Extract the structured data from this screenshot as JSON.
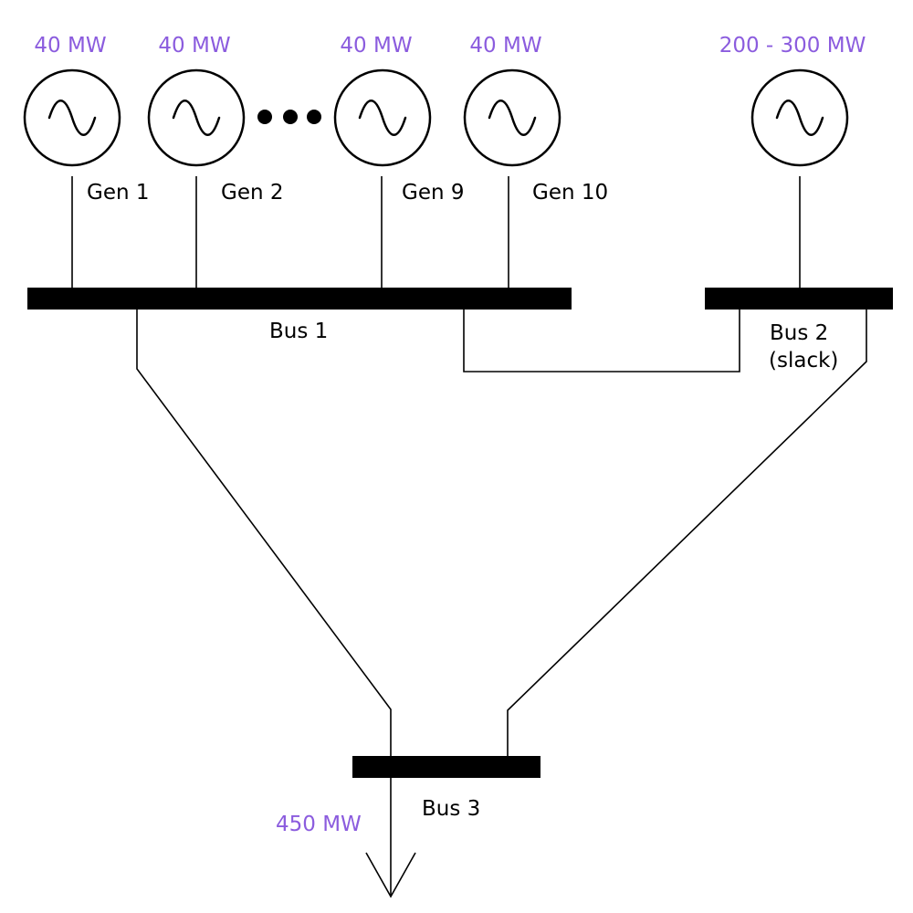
{
  "colors": {
    "rating": "#8B5CDE",
    "line": "#000000"
  },
  "icons": {
    "generator": "ac-generator-icon",
    "ellipsis": "ellipsis-dots-icon",
    "load": "load-arrow-icon"
  },
  "generators": [
    {
      "label": "Gen 1",
      "rating": "40 MW"
    },
    {
      "label": "Gen 2",
      "rating": "40 MW"
    },
    {
      "label": "Gen 9",
      "rating": "40 MW"
    },
    {
      "label": "Gen 10",
      "rating": "40 MW"
    },
    {
      "label": "",
      "rating": "200 - 300 MW"
    }
  ],
  "buses": {
    "bus1": {
      "label": "Bus 1"
    },
    "bus2": {
      "label_line1": "Bus 2",
      "label_line2": "(slack)"
    },
    "bus3": {
      "label": "Bus 3"
    }
  },
  "load": {
    "rating": "450 MW"
  }
}
